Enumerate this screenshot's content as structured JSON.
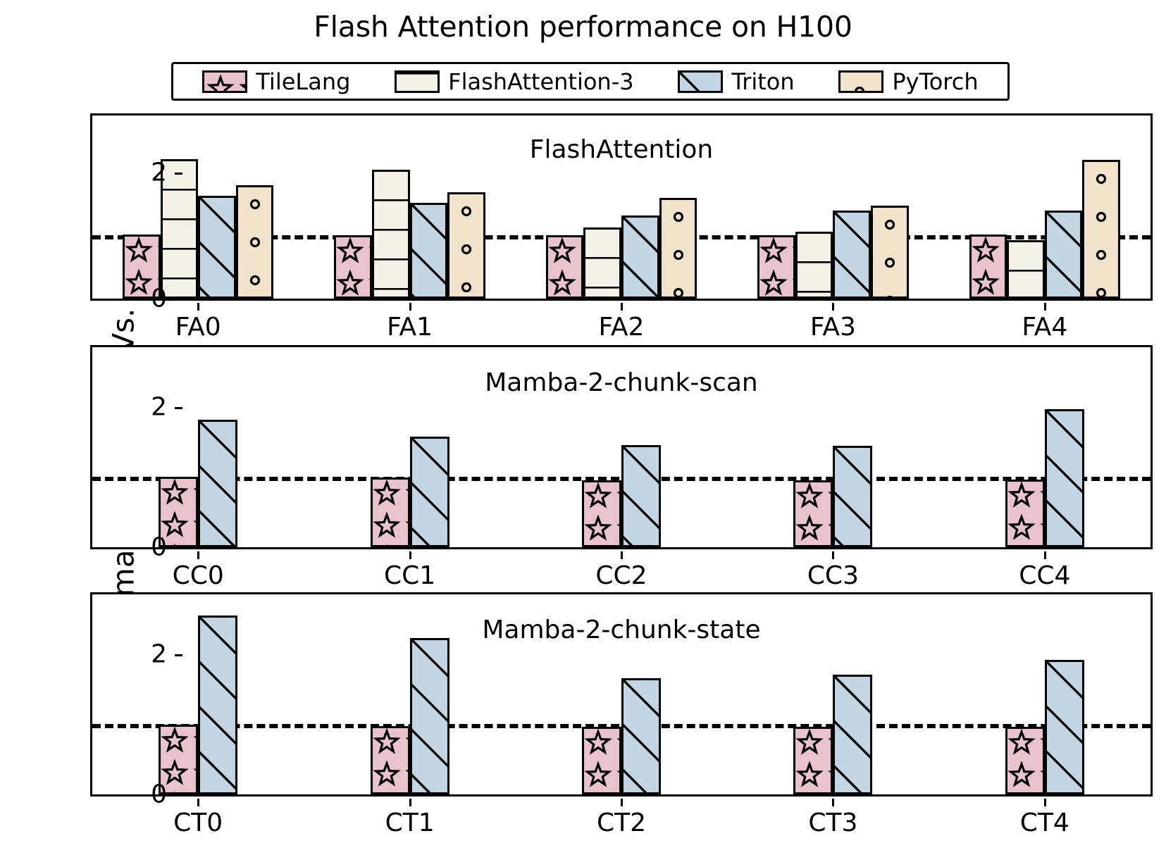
{
  "title": "Flash Attention performance on H100",
  "ylabel": "Normalized latency Vs. TileLang",
  "legend": {
    "position": "upper-center",
    "entries": [
      {
        "label": "TileLang",
        "color": "#e8c3ce",
        "hatch": "star",
        "icon": "legend-swatch-tilelang"
      },
      {
        "label": "FlashAttention-3",
        "color": "#f4f1e8",
        "hatch": "horizontal",
        "icon": "legend-swatch-flashattention3"
      },
      {
        "label": "Triton",
        "color": "#c3d5e3",
        "hatch": "diagonal",
        "icon": "legend-swatch-triton"
      },
      {
        "label": "PyTorch",
        "color": "#f1e2cb",
        "hatch": "circle",
        "icon": "legend-swatch-pytorch"
      }
    ]
  },
  "reference_line": {
    "value": 1.0,
    "style": "dashed",
    "color": "#000000"
  },
  "chart_data": [
    {
      "type": "bar",
      "title": "FlashAttention",
      "xlabel": "",
      "ylabel": "Normalized latency Vs. TileLang",
      "categories": [
        "FA0",
        "FA1",
        "FA2",
        "FA3",
        "FA4"
      ],
      "ylim": [
        0,
        2.9
      ],
      "yticks": [
        0,
        2
      ],
      "grid": false,
      "series": [
        {
          "name": "TileLang",
          "values": [
            1.01,
            1.0,
            1.0,
            1.0,
            1.01
          ]
        },
        {
          "name": "FlashAttention-3",
          "values": [
            2.21,
            2.04,
            1.13,
            1.06,
            0.93
          ]
        },
        {
          "name": "Triton",
          "values": [
            1.63,
            1.52,
            1.32,
            1.39,
            1.39
          ]
        },
        {
          "name": "PyTorch",
          "values": [
            1.8,
            1.68,
            1.6,
            1.47,
            2.2
          ]
        }
      ]
    },
    {
      "type": "bar",
      "title": "Mamba-2-chunk-scan",
      "xlabel": "",
      "ylabel": "Normalized latency Vs. TileLang",
      "categories": [
        "CC0",
        "CC1",
        "CC2",
        "CC3",
        "CC4"
      ],
      "ylim": [
        0,
        2.85
      ],
      "yticks": [
        0,
        2
      ],
      "grid": false,
      "series": [
        {
          "name": "TileLang",
          "values": [
            1.0,
            0.99,
            0.95,
            0.95,
            0.96
          ]
        },
        {
          "name": "Triton",
          "values": [
            1.82,
            1.58,
            1.46,
            1.45,
            1.97
          ]
        }
      ]
    },
    {
      "type": "bar",
      "title": "Mamba-2-chunk-state",
      "xlabel": "",
      "ylabel": "Normalized latency Vs. TileLang",
      "categories": [
        "CT0",
        "CT1",
        "CT2",
        "CT3",
        "CT4"
      ],
      "ylim": [
        0,
        2.85
      ],
      "yticks": [
        0,
        2
      ],
      "grid": false,
      "series": [
        {
          "name": "TileLang",
          "values": [
            0.99,
            0.97,
            0.96,
            0.96,
            0.96
          ]
        },
        {
          "name": "Triton",
          "values": [
            2.55,
            2.23,
            1.66,
            1.71,
            1.92
          ]
        }
      ]
    }
  ]
}
